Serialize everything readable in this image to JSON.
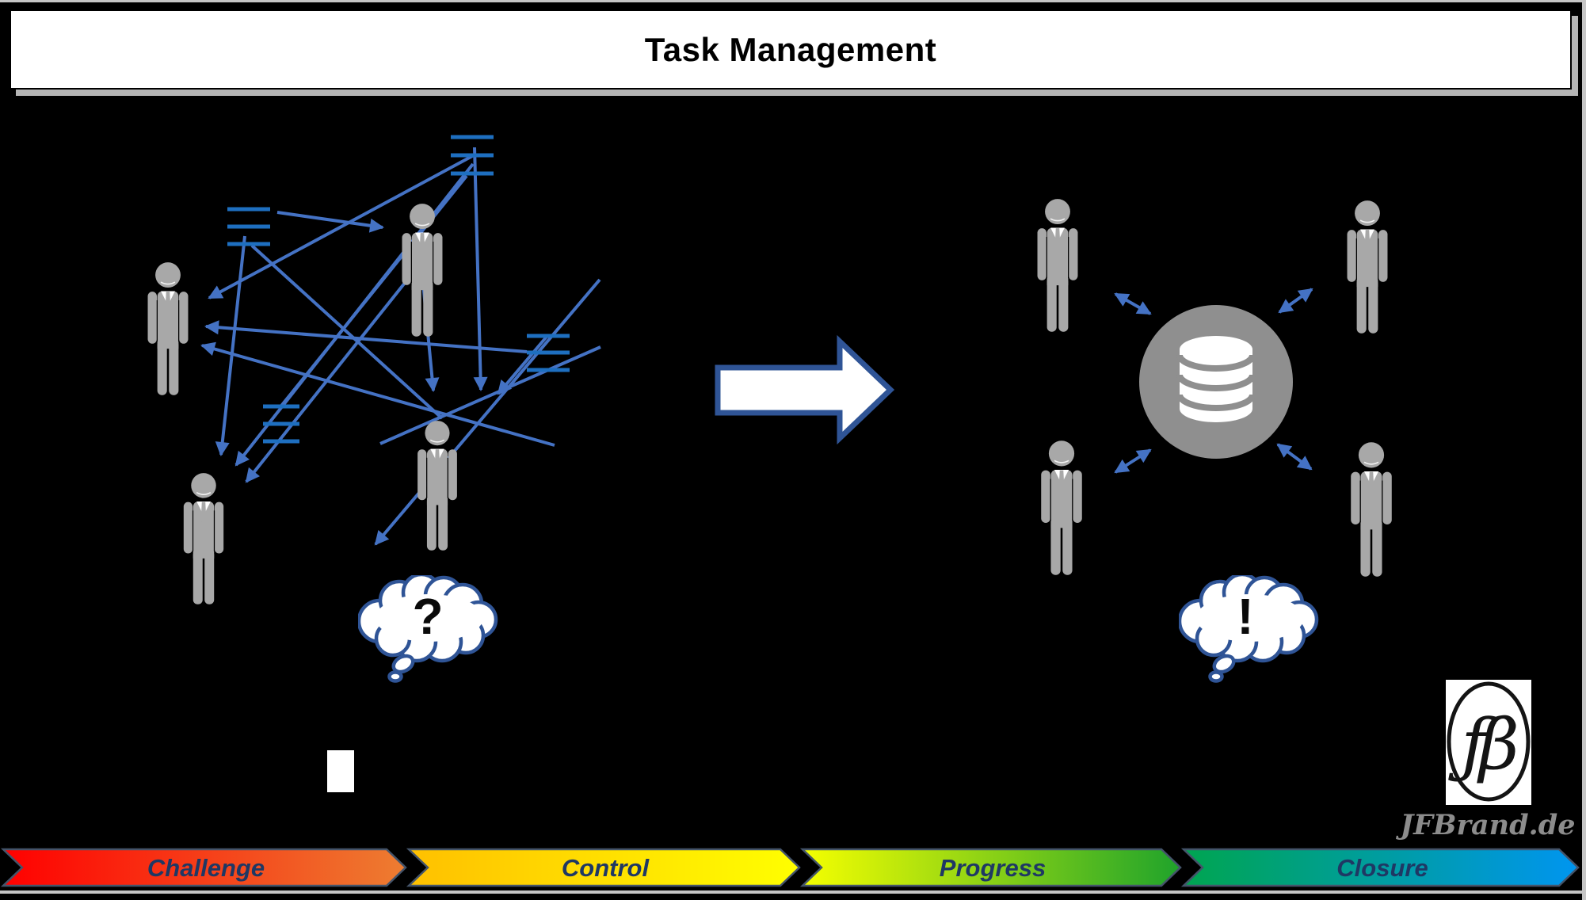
{
  "slide": {
    "title": "Task Management"
  },
  "clouds": {
    "left_symbol": "?",
    "right_symbol": "!"
  },
  "logo": {
    "monogram": "ƒβ",
    "site": "JFBrand.de"
  },
  "footer": {
    "stages": [
      {
        "label": "Challenge",
        "color_from": "#FF0000",
        "color_to": "#ED7D31"
      },
      {
        "label": "Control",
        "color_from": "#FFC000",
        "color_to": "#FFFF00"
      },
      {
        "label": "Progress",
        "color_from": "#F5FF00",
        "color_to": "#1FA32B"
      },
      {
        "label": "Closure",
        "color_from": "#00A550",
        "color_to": "#0095F0"
      }
    ]
  },
  "colors": {
    "arrow_blue": "#4472C4",
    "icon_blue": "#1E6FC0",
    "outline_navy": "#2F5496",
    "person_gray": "#A8A8A8",
    "hub_gray": "#8F8F8F",
    "stage_text": "#1F3864",
    "logo_text_gray": "#8C8C8C",
    "title_text": "#000000"
  },
  "icons": {
    "person": "human-silhouette",
    "database": "database-cylinders",
    "task_list": "three-lines",
    "thought_cloud": "cloud-bubble",
    "transform_arrow": "block-arrow-right",
    "sync_arrow": "double-headed-arrow"
  }
}
